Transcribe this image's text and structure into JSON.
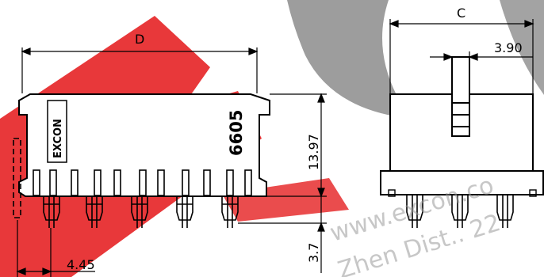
{
  "dimensions": {
    "width_label": "D",
    "side_width_label": "C",
    "pin_offset": "3.90",
    "body_height": "13.97",
    "pin_length": "3.7",
    "pin_pitch": "4.45"
  },
  "part_number": "6605",
  "logo": "EXCON",
  "watermark": {
    "url": "www.excon.co",
    "line2": "Zhen Dist.. 22"
  },
  "colors": {
    "red": "#e8383a",
    "grey": "#8c8c8c",
    "line": "#000000"
  }
}
